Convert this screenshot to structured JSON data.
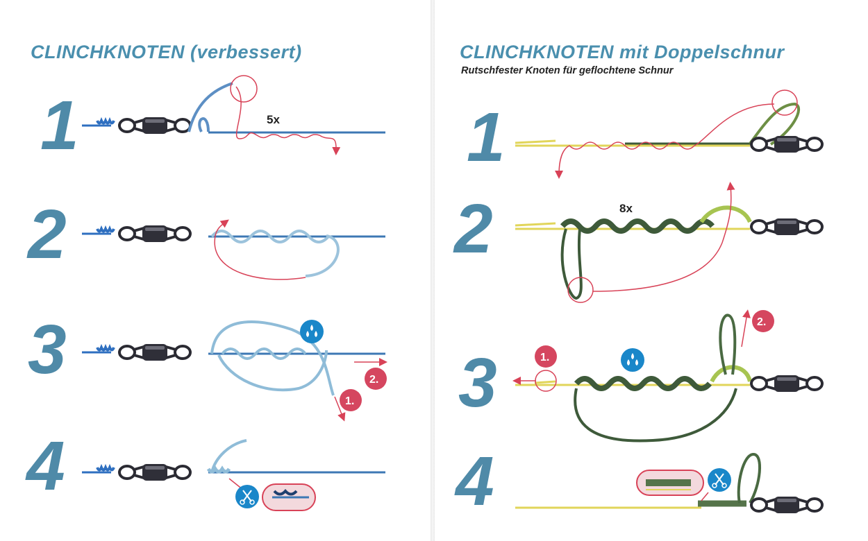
{
  "left": {
    "title": "CLINCHKNOTEN (verbessert)",
    "steps": [
      "1",
      "2",
      "3",
      "4"
    ],
    "wrap_count": "5x",
    "marker_1": "1.",
    "marker_2": "2."
  },
  "right": {
    "title": "CLINCHKNOTEN mit Doppelschnur",
    "subtitle": "Rutschfester Knoten für geflochtene Schnur",
    "steps": [
      "1",
      "2",
      "3",
      "4"
    ],
    "wrap_count": "8x",
    "marker_1": "1.",
    "marker_2": "2."
  },
  "colors": {
    "title": "#4a8fae",
    "step_number": "#4f8aa8",
    "line_blue": "#3d78b4",
    "line_light_blue": "#8fbcd8",
    "guide_red": "#d84257",
    "badge_red": "#d5465f",
    "badge_blue": "#1a87c9",
    "swivel": "#2b2b33",
    "yellow_line": "#e1d55a",
    "green_line": "#3e5a3a",
    "light_green": "#a7c451"
  },
  "icons": [
    "water-drops-icon",
    "scissors-icon",
    "swivel-icon"
  ]
}
